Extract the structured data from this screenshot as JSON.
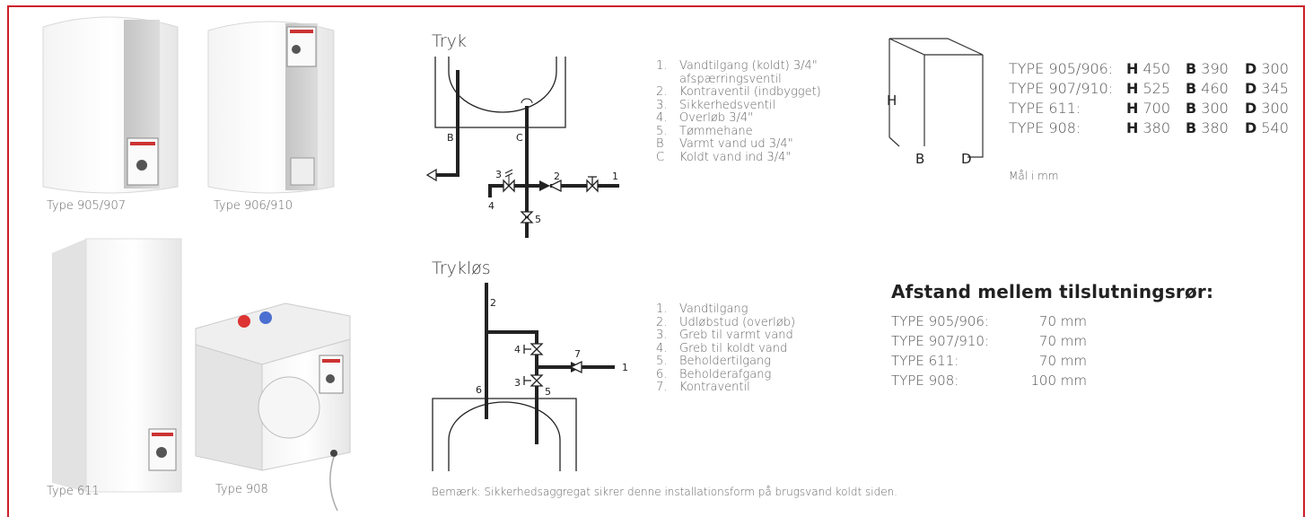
{
  "products": [
    {
      "caption": "Type 905/907"
    },
    {
      "caption": "Type 906/910"
    },
    {
      "caption": "Type 611"
    },
    {
      "caption": "Type 908"
    }
  ],
  "tryk": {
    "title": "Tryk",
    "items": [
      {
        "n": "1.",
        "text": "Vandtilgang (koldt) 3/4\""
      },
      {
        "n": "",
        "text": "afspærringsventil"
      },
      {
        "n": "2.",
        "text": "Kontraventil (indbygget)"
      },
      {
        "n": "3.",
        "text": "Sikkerhedsventil"
      },
      {
        "n": "4.",
        "text": "Overløb 3/4\""
      },
      {
        "n": "5.",
        "text": "Tømmehane"
      },
      {
        "n": "B",
        "text": "Varmt vand ud 3/4\""
      },
      {
        "n": "C",
        "text": "Koldt vand ind 3/4\""
      }
    ],
    "labels": {
      "b": "B",
      "c": "C",
      "n1": "1",
      "n2": "2",
      "n3": "3",
      "n4": "4",
      "n5": "5"
    }
  },
  "tryklos": {
    "title": "Trykløs",
    "items": [
      {
        "n": "1.",
        "text": "Vandtilgang"
      },
      {
        "n": "2.",
        "text": "Udløbstud (overløb)"
      },
      {
        "n": "3.",
        "text": "Greb til varmt vand"
      },
      {
        "n": "4.",
        "text": "Greb til koldt vand"
      },
      {
        "n": "5.",
        "text": "Beholdertilgang"
      },
      {
        "n": "6.",
        "text": "Beholderafgang"
      },
      {
        "n": "7.",
        "text": "Kontraventil"
      }
    ],
    "labels": {
      "n1": "1",
      "n2": "2",
      "n3": "3",
      "n4": "4",
      "n5": "5",
      "n6": "6",
      "n7": "7"
    }
  },
  "dimensions": {
    "box_labels": {
      "h": "H",
      "b": "B",
      "d": "D"
    },
    "rows": [
      {
        "type": "TYPE 905/906:",
        "h_label": "H",
        "h": "450",
        "b_label": "B",
        "b": "390",
        "d_label": "D",
        "d": "300"
      },
      {
        "type": "TYPE 907/910:",
        "h_label": "H",
        "h": "525",
        "b_label": "B",
        "b": "460",
        "d_label": "D",
        "d": "345"
      },
      {
        "type": "TYPE 611:",
        "h_label": "H",
        "h": "700",
        "b_label": "B",
        "b": "300",
        "d_label": "D",
        "d": "300"
      },
      {
        "type": "TYPE 908:",
        "h_label": "H",
        "h": "380",
        "b_label": "B",
        "b": "380",
        "d_label": "D",
        "d": "540"
      }
    ],
    "unit_note": "Mål i mm"
  },
  "distance": {
    "heading": "Afstand mellem tilslutningsrør:",
    "rows": [
      {
        "type": "TYPE 905/906:",
        "value": "70 mm"
      },
      {
        "type": "TYPE 907/910:",
        "value": "70 mm"
      },
      {
        "type": "TYPE 611:",
        "value": "70 mm"
      },
      {
        "type": "TYPE 908:",
        "value": "100 mm"
      }
    ]
  },
  "note": "Bemærk: Sikkerhedsaggregat sikrer denne installationsform på brugsvand koldt siden.",
  "colors": {
    "border": "#cc1f2a",
    "text": "#555555"
  }
}
